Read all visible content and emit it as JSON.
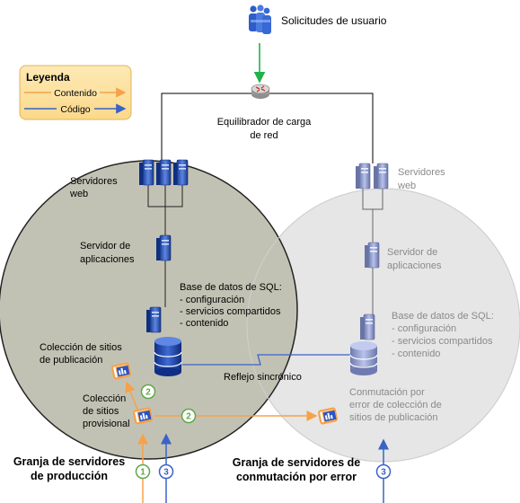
{
  "legend": {
    "title": "Leyenda",
    "content_label": "Contenido",
    "code_label": "Código",
    "content_color": "#f5a24a",
    "code_color": "#3a62c9"
  },
  "user_requests": {
    "label": "Solicitudes de usuario",
    "icon": "users-icon"
  },
  "load_balancer": {
    "label_line1": "Equilibrador de carga",
    "label_line2": "de red",
    "icon": "router-icon"
  },
  "production_farm": {
    "label_line1": "Granja de servidores",
    "label_line2": "de producción",
    "web_servers_line1": "Servidores",
    "web_servers_line2": "web",
    "app_server_line1": "Servidor de",
    "app_server_line2": "aplicaciones",
    "sql_title": "Base de datos de SQL:",
    "sql_items": [
      "- configuración",
      "- servicios compartidos",
      "- contenido"
    ],
    "publishing_line1": "Colección de sitios",
    "publishing_line2": "de publicación",
    "staging_line1": "Colección",
    "staging_line2": "de sitios",
    "staging_line3": "provisional"
  },
  "failover_farm": {
    "label_line1": "Granja de servidores de",
    "label_line2": "conmutación por error",
    "web_servers_line1": "Servidores",
    "web_servers_line2": "web",
    "app_server_line1": "Servidor de",
    "app_server_line2": "aplicaciones",
    "sql_title": "Base de datos de SQL:",
    "sql_items": [
      "- configuración",
      "- servicios compartidos",
      "- contenido"
    ],
    "failover_line1": "Conmutación por",
    "failover_line2": "error de colección de",
    "failover_line3": "sitios de publicación"
  },
  "mirroring": {
    "label": "Reflejo sincrónico"
  },
  "steps": {
    "step1": "1",
    "step2a": "2",
    "step2b": "2",
    "step3_prod": "3",
    "step3_failover": "3"
  },
  "colors": {
    "production_circle": "#c2c2b4",
    "failover_circle": "#e6e6e6",
    "content_arrow": "#f5a24a",
    "code_arrow": "#3a62c9",
    "request_arrow": "#1db34a",
    "badge_green": "#5fa84a",
    "badge_blue": "#3a62c9"
  }
}
